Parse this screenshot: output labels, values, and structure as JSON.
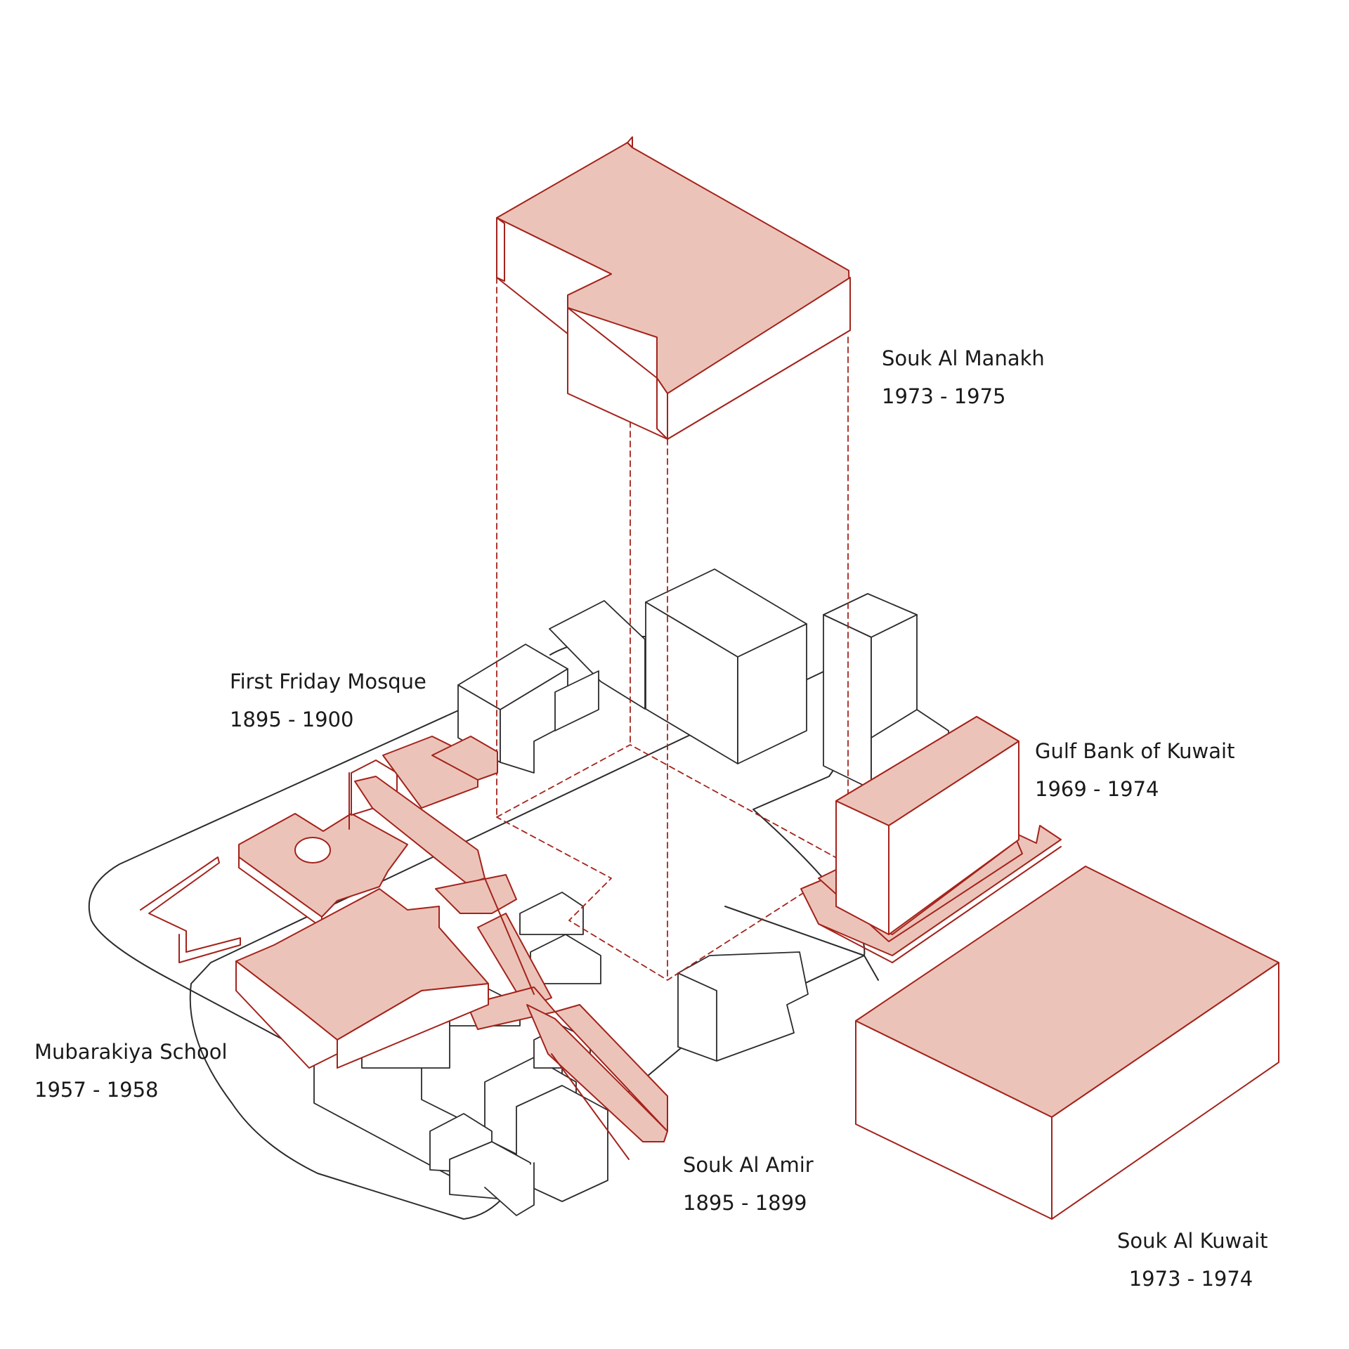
{
  "colors": {
    "accent_stroke": "#a3231b",
    "accent_fill": "#ecc3b9",
    "neutral_stroke": "#2b2b2b",
    "background": "#ffffff"
  },
  "buildings": {
    "souk_al_manakh": {
      "name": "Souk Al Manakh",
      "dates": "1973 - 1975"
    },
    "first_friday_mosque": {
      "name": "First Friday Mosque",
      "dates": "1895 - 1900"
    },
    "gulf_bank_of_kuwait": {
      "name": "Gulf Bank of Kuwait",
      "dates": "1969 - 1974"
    },
    "mubarakiya_school": {
      "name": "Mubarakiya School",
      "dates": "1957 - 1958"
    },
    "souk_al_amir": {
      "name": "Souk Al Amir",
      "dates": "1895 - 1899"
    },
    "souk_al_kuwait": {
      "name": "Souk Al Kuwait",
      "dates": "1973 - 1974"
    }
  }
}
